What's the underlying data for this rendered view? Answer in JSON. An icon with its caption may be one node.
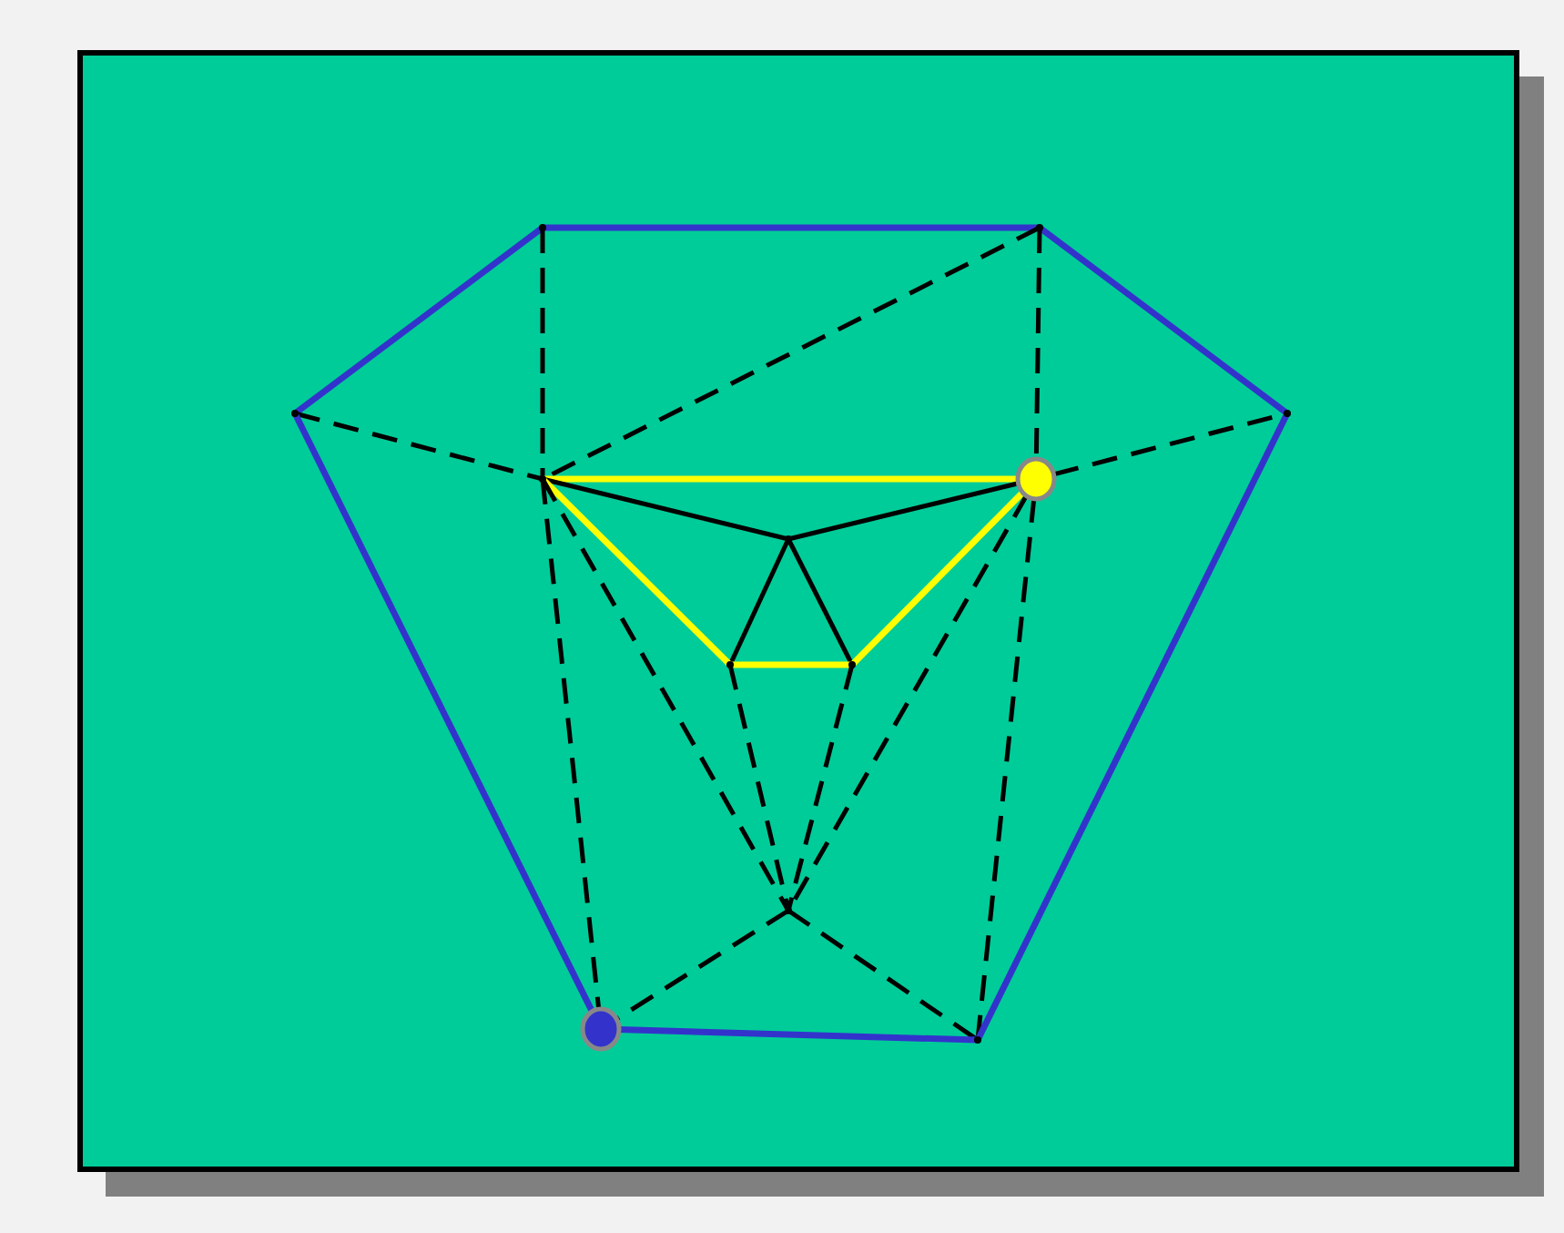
{
  "diagram": {
    "nodes": [
      {
        "text": [],
        "shape": "point"
      },
      {
        "text": [],
        "shape": "point"
      },
      {
        "text": [],
        "shape": "point"
      },
      {
        "text": [],
        "shape": "point"
      },
      {
        "text": [],
        "shape": "point"
      },
      {
        "text": [],
        "shape": "circle"
      },
      {
        "text": [],
        "shape": "point"
      },
      {
        "text": [],
        "shape": "point"
      },
      {
        "text": [],
        "shape": "point"
      },
      {
        "text": [],
        "shape": "point"
      },
      {
        "text": [],
        "shape": "circle"
      },
      {
        "text": [],
        "shape": "point"
      }
    ],
    "edges": [
      {
        "from": 0,
        "to": 1,
        "arrow": "none",
        "color": "#3333cc"
      },
      {
        "from": 0,
        "to": 2,
        "arrow": "none",
        "color": "#3333cc"
      },
      {
        "from": 1,
        "to": 3,
        "arrow": "none",
        "color": "#3333cc"
      },
      {
        "from": 0,
        "to": 4,
        "arrow": "none",
        "style": "dashed"
      },
      {
        "from": 1,
        "to": 4,
        "arrow": "none",
        "style": "dashed"
      },
      {
        "from": 1,
        "to": 5,
        "arrow": "none",
        "style": "dashed"
      },
      {
        "from": 2,
        "to": 4,
        "arrow": "none",
        "style": "dashed"
      },
      {
        "from": 5,
        "to": 3,
        "arrow": "none",
        "style": "dashed"
      },
      {
        "from": 4,
        "to": 5,
        "arrow": "none",
        "color": "#ffff00"
      },
      {
        "from": 4,
        "to": 6,
        "arrow": "none"
      },
      {
        "from": 6,
        "to": 5,
        "arrow": "none"
      },
      {
        "from": 6,
        "to": 7,
        "arrow": "none"
      },
      {
        "from": 6,
        "to": 8,
        "arrow": "none"
      },
      {
        "from": 4,
        "to": 7,
        "arrow": "none",
        "color": "#ffff00"
      },
      {
        "from": 7,
        "to": 8,
        "arrow": "none",
        "color": "#ffff00"
      },
      {
        "from": 8,
        "to": 5,
        "arrow": "none",
        "color": "#ffff00"
      },
      {
        "from": 4,
        "to": 9,
        "arrow": "none",
        "style": "dashed"
      },
      {
        "from": 7,
        "to": 9,
        "arrow": "none",
        "style": "dashed"
      },
      {
        "from": 8,
        "to": 9,
        "arrow": "none",
        "style": "dashed"
      },
      {
        "from": 5,
        "to": 9,
        "arrow": "none",
        "style": "dashed"
      },
      {
        "from": 4,
        "to": 10,
        "arrow": "none",
        "style": "dashed"
      },
      {
        "from": 5,
        "to": 11,
        "arrow": "none",
        "style": "dashed"
      },
      {
        "from": 9,
        "to": 10,
        "arrow": "none",
        "style": "dashed"
      },
      {
        "from": 9,
        "to": 11,
        "arrow": "none",
        "style": "dashed"
      },
      {
        "from": 2,
        "to": 10,
        "arrow": "none",
        "color": "#3333cc"
      },
      {
        "from": 3,
        "to": 11,
        "arrow": "none",
        "color": "#3333cc"
      },
      {
        "from": 10,
        "to": 11,
        "arrow": "none",
        "color": "#3333cc"
      }
    ]
  }
}
